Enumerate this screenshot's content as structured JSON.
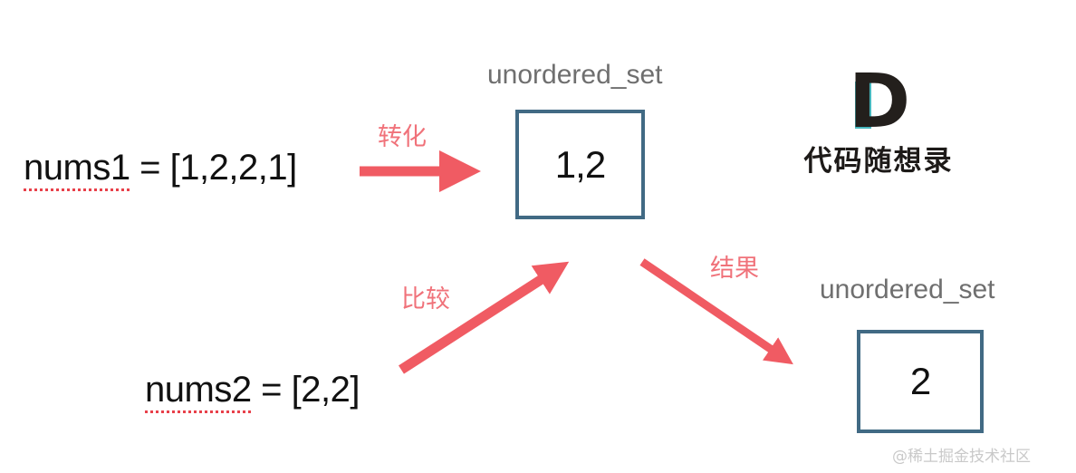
{
  "diagram": {
    "title": "unordered_set intersection flow",
    "background_color": "#ffffff",
    "accent_color": "#f05b63",
    "box_border_color": "#416a84",
    "label_color": "#6f6f6f"
  },
  "inputs": [
    {
      "id": "nums1",
      "variable": "nums1",
      "assign": " = [1,2,2,1]",
      "full_text": "nums1 = [1,2,2,1]",
      "underline_style": "red-dotted"
    },
    {
      "id": "nums2",
      "variable": "nums2",
      "assign": " = [2,2]",
      "full_text": "nums2 = [2,2]",
      "underline_style": "red-dotted"
    }
  ],
  "sets": [
    {
      "id": "set-top",
      "label": "unordered_set",
      "value": "1,2"
    },
    {
      "id": "set-result",
      "label": "unordered_set",
      "value": "2"
    }
  ],
  "arrows": [
    {
      "id": "arrow-convert",
      "label": "转化",
      "direction": "right",
      "from": "nums1",
      "to": "set-top",
      "color": "#f05b63"
    },
    {
      "id": "arrow-compare",
      "label": "比较",
      "direction": "up-right",
      "from": "nums2",
      "to": "set-top",
      "color": "#f05b63"
    },
    {
      "id": "arrow-result",
      "label": "结果",
      "direction": "down-right",
      "from": "set-top",
      "to": "set-result",
      "color": "#f05b63"
    }
  ],
  "logo": {
    "letter": "D",
    "text": "代码随想录",
    "bar_color": "#46b6bd",
    "letter_color": "#231f1c"
  },
  "watermark": {
    "text": "@稀土掘金技术社区",
    "color": "#c9c9c9"
  }
}
